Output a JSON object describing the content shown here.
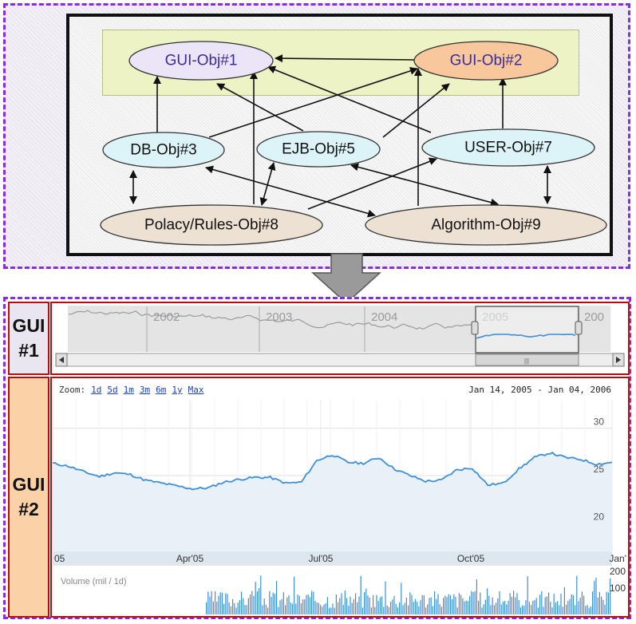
{
  "diagram": {
    "nodes": {
      "gui1": {
        "label": "GUI-Obj#1",
        "fill": "#ece4f7",
        "text": "#3a2d9a"
      },
      "gui2": {
        "label": "GUI-Obj#2",
        "fill": "#f9c79c",
        "text": "#3a2d9a"
      },
      "db3": {
        "label": "DB-Obj#3",
        "fill": "#dcf4f8",
        "text": "#111111"
      },
      "ejb5": {
        "label": "EJB-Obj#5",
        "fill": "#dcf4f8",
        "text": "#111111"
      },
      "user7": {
        "label": "USER-Obj#7",
        "fill": "#dcf4f8",
        "text": "#111111"
      },
      "pol8": {
        "label": "Polacy/Rules-Obj#8",
        "fill": "#ece1d2",
        "text": "#111111"
      },
      "alg9": {
        "label": "Algorithm-Obj#9",
        "fill": "#ece1d2",
        "text": "#111111"
      }
    },
    "gui_layer_color": "#eef3c6"
  },
  "gui1": {
    "label_line1": "GUI",
    "label_line2": "#1",
    "years": [
      "2002",
      "2003",
      "2004",
      "2005",
      "200"
    ]
  },
  "gui2": {
    "label_line1": "GUI",
    "label_line2": "#2",
    "zoom_label": "Zoom:",
    "zoom_options": [
      "1d",
      "5d",
      "1m",
      "3m",
      "6m",
      "1y",
      "Max"
    ],
    "date_range": "Jan 14, 2005 - Jan 04, 2006",
    "volume_label": "Volume (mil / 1d)"
  },
  "colors": {
    "accent_red": "#b01010",
    "dashed_border": "#8a2be2",
    "line_blue": "#3d8fd8"
  },
  "chart_data": {
    "type": "line",
    "x_ticks": [
      "05",
      "Apr'05",
      "Jul'05",
      "Oct'05",
      "Jan'"
    ],
    "y_ticks": [
      20,
      25,
      30
    ],
    "ylim": [
      17,
      33
    ],
    "volume_ticks": [
      100,
      200
    ],
    "x": [
      0,
      10,
      20,
      30,
      40,
      50,
      60,
      70,
      80,
      90,
      100,
      110,
      120,
      130,
      140,
      150,
      160,
      170,
      180,
      190,
      200,
      210,
      220,
      230,
      240,
      250,
      260,
      270,
      280,
      290,
      300,
      310,
      320,
      330,
      340,
      350,
      360
    ],
    "values": [
      26.3,
      26.0,
      25.4,
      24.9,
      25.3,
      25.1,
      24.5,
      24.2,
      23.9,
      23.6,
      23.7,
      24.3,
      24.6,
      24.8,
      24.8,
      24.2,
      24.3,
      26.6,
      27.2,
      26.4,
      26.3,
      26.9,
      25.7,
      25.0,
      24.4,
      24.5,
      25.6,
      25.8,
      24.0,
      24.2,
      25.7,
      26.9,
      27.4,
      26.9,
      26.7,
      26.2,
      26.4
    ]
  }
}
